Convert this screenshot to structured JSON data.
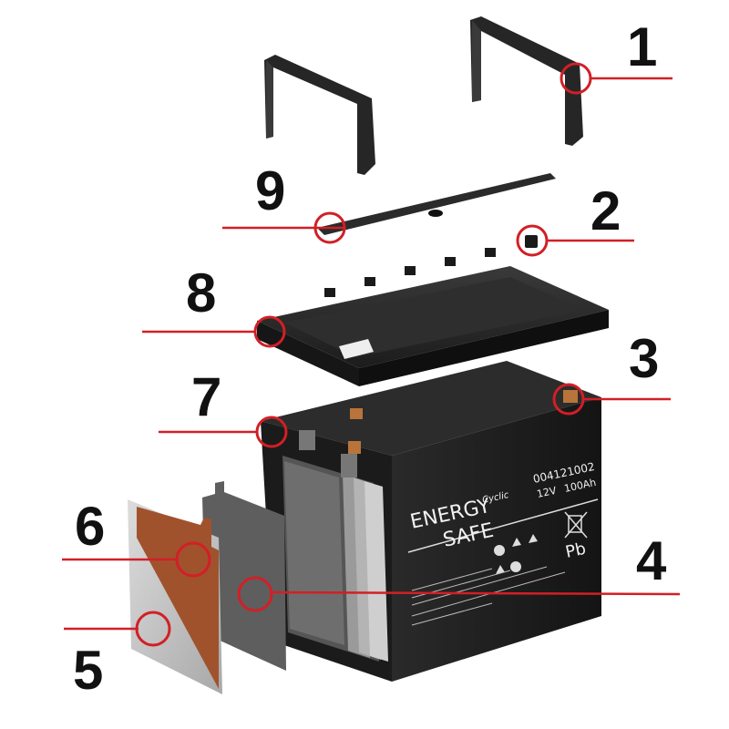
{
  "diagram": {
    "callouts": [
      {
        "number": "1",
        "part": "handle"
      },
      {
        "number": "2",
        "part": "terminal-cap"
      },
      {
        "number": "3",
        "part": "terminal-post"
      },
      {
        "number": "4",
        "part": "separator-plate"
      },
      {
        "number": "5",
        "part": "grid-plate"
      },
      {
        "number": "6",
        "part": "lead-paste"
      },
      {
        "number": "7",
        "part": "battery-case"
      },
      {
        "number": "8",
        "part": "lid"
      },
      {
        "number": "9",
        "part": "cover-strip"
      }
    ],
    "battery_label": {
      "brand_line1": "ENERGY",
      "brand_script": "Cyclic",
      "brand_line2": "SAFE",
      "part_number": "004121002",
      "voltage": "12V",
      "capacity": "100Ah",
      "element_symbol": "Pb"
    },
    "colors": {
      "callout_ring": "#d21f26",
      "callout_line": "#d21f26",
      "case": "#202020",
      "lead_paste": "#a0522d",
      "grid_plate": "#c8c8c8",
      "separator": "#5a5a5a"
    }
  }
}
